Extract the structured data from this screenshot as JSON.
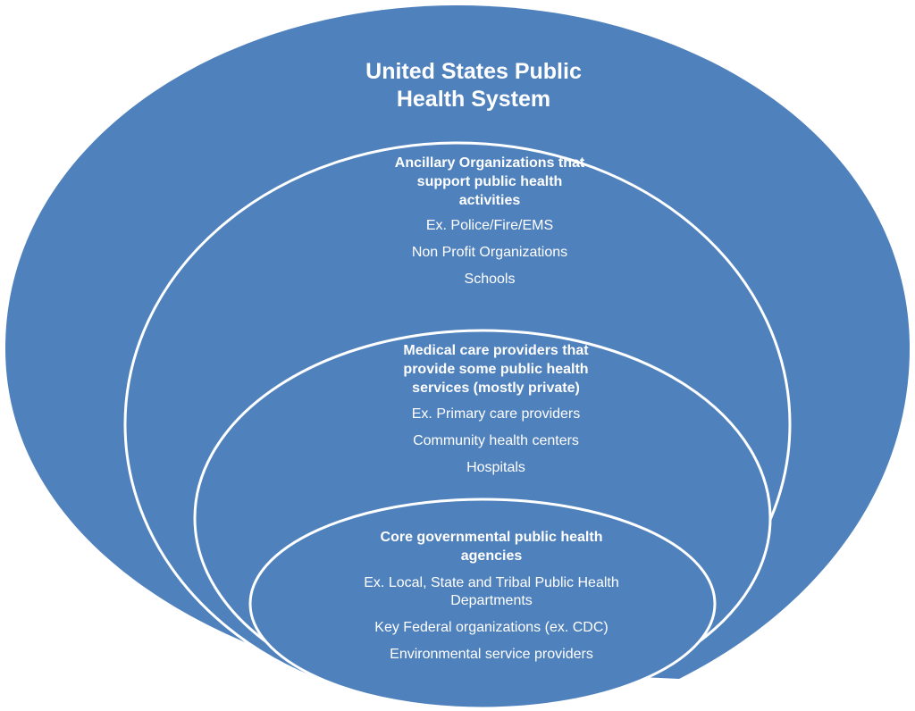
{
  "colors": {
    "fill": "#4f81bd",
    "stroke": "#ffffff"
  },
  "title_lines": [
    "United States Public",
    "Health System"
  ],
  "ancillary": {
    "heading_lines": [
      "Ancillary Organizations that",
      "support public health",
      "activities"
    ],
    "items": [
      "Ex. Police/Fire/EMS",
      "Non Profit Organizations",
      "Schools"
    ]
  },
  "medical": {
    "heading_lines": [
      "Medical care providers that",
      "provide some public health",
      "services (mostly private)"
    ],
    "items": [
      "Ex. Primary care providers",
      "Community health centers",
      "Hospitals"
    ]
  },
  "core": {
    "heading_lines": [
      "Core governmental public health",
      "agencies"
    ],
    "items": [
      "Ex. Local, State and Tribal  Public Health",
      "Departments",
      "Key Federal organizations (ex. CDC)",
      "Environmental service providers"
    ]
  }
}
